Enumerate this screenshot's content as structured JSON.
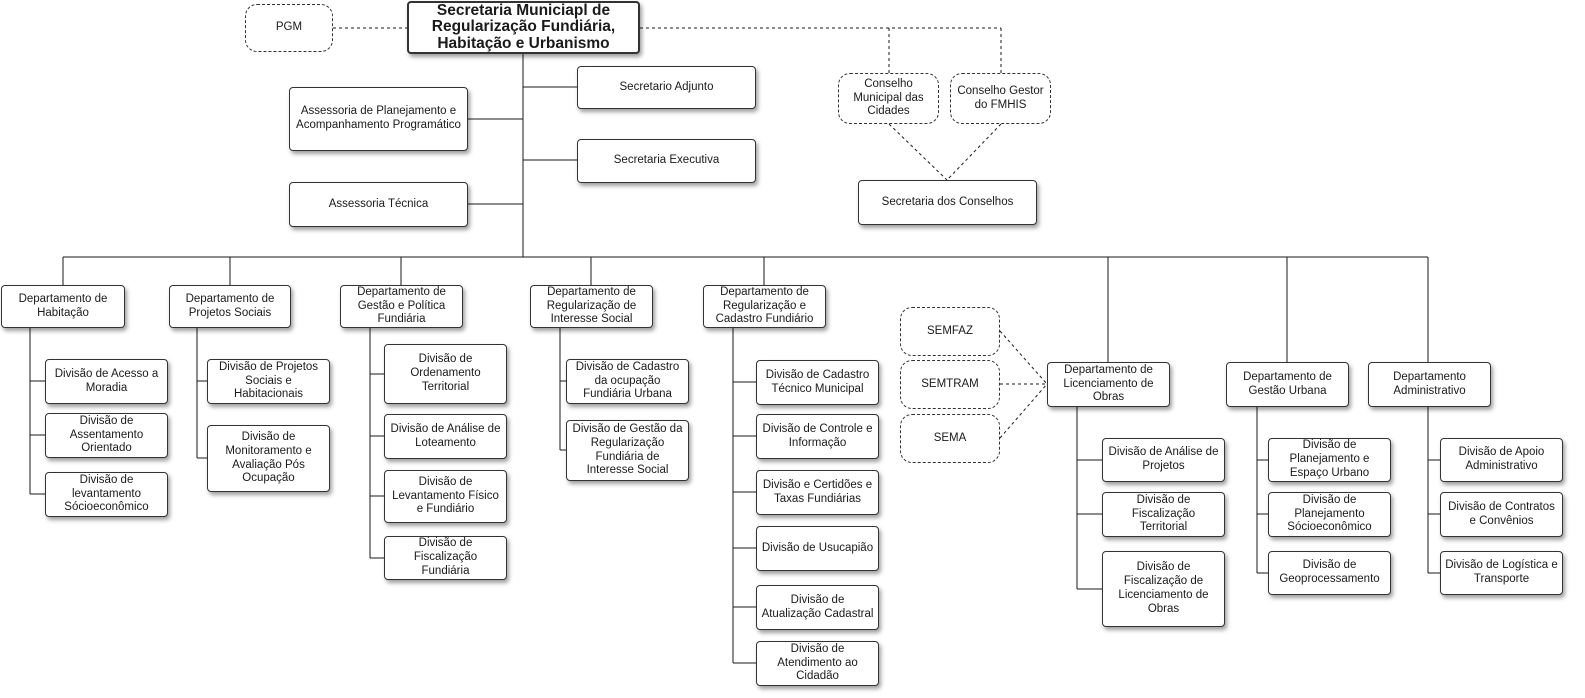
{
  "boxes": {
    "secretaria": "Secretaria Municiapl de Regularização Fundiária, Habitação e Urbanismo",
    "pgm": "PGM",
    "secretario_adjunto": "Secretario Adjunto",
    "assessoria_planejamento": "Assessoria de Planejamento e Acompanhamento Programático",
    "secretaria_executiva": "Secretaria Executiva",
    "assessoria_tecnica": "Assessoria Técnica",
    "conselho_municipal": "Conselho Municipal das Cidades",
    "conselho_gestor": "Conselho Gestor do FMHIS",
    "secretaria_conselhos": "Secretaria dos Conselhos",
    "dep_habitacao": "Departamento de Habitação",
    "div_acesso_moradia": "Divisão de Acesso a Moradia",
    "div_assentamento": "Divisão de Assentamento Orientado",
    "div_levantamento_socio": "Divisão de levantamento Sócioeconômico",
    "dep_projetos_sociais": "Departamento de Projetos Sociais",
    "div_projetos_sociais": "Divisão de Projetos Sociais e Habitacionais",
    "div_monitoramento": "Divisão de Monitoramento e Avaliação Pós Ocupação",
    "dep_gestao_politica": "Departamento de Gestão e Política Fundiária",
    "div_ordenamento": "Divisão de Ordenamento Territorial",
    "div_analise_loteamento": "Divisão de Análise de Loteamento",
    "div_levantamento_fisico": "Divisão de Levantamento Físico e Fundiário",
    "div_fiscalizacao_fundiaria": "Divisão de Fiscalização Fundiária",
    "dep_regularizacao_social": "Departamento de Regularização de Interesse Social",
    "div_cadastro_ocupacao": "Divisão de Cadastro da ocupação Fundiária Urbana",
    "div_gestao_regularizacao": "Divisão de Gestão da Regularização Fundiária de Interesse Social",
    "dep_regularizacao_cadastro": "Departamento de Regularização e Cadastro Fundiário",
    "div_cadastro_tecnico": "Divisão de Cadastro Técnico Municipal",
    "div_controle_informacao": "Divisão de Controle e Informação",
    "div_certidoes": "Divisão e Certidões e Taxas Fundiárias",
    "div_usucapiao": "Divisão de Usucapião",
    "div_atualizacao": "Divisão de Atualização Cadastral",
    "div_atendimento": "Divisão de Atendimento ao Cidadão",
    "semfaz": "SEMFAZ",
    "semtram": "SEMTRAM",
    "sema": "SEMA",
    "dep_licenciamento": "Departamento de Licenciamento de Obras",
    "div_analise_projetos": "Divisão de Análise de Projetos",
    "div_fiscalizacao_territorial": "Divisão de Fiscalização Territorial",
    "div_fiscalizacao_licenciamento": "Divisão de Fiscalização de Licenciamento de Obras",
    "dep_gestao_urbana": "Departamento de Gestão Urbana",
    "div_planejamento_espaco": "Divisão de Planejamento e Espaço Urbano",
    "div_planejamento_socio": "Divisão de Planejamento Sócioeconômico",
    "div_geoprocessamento": "Divisão de Geoprocessamento",
    "dep_administrativo": "Departamento Administrativo",
    "div_apoio_administrativo": "Divisão de Apoio Administrativo",
    "div_contratos": "Divisão de Contratos e Convênios",
    "div_logistica": "Divisão de Logística e Transporte"
  }
}
